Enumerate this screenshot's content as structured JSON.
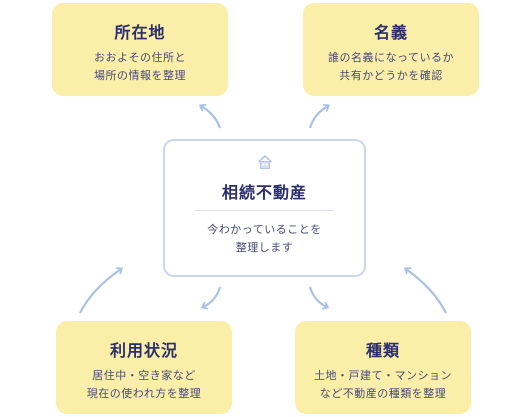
{
  "center": {
    "title": "相続不動産",
    "desc_line1": "今わかっていることを",
    "desc_line2": "整理します",
    "icon": "house-icon"
  },
  "cards": {
    "location": {
      "title": "所在地",
      "line1": "おおよその住所と",
      "line2": "場所の情報を整理"
    },
    "ownership": {
      "title": "名義",
      "line1": "誰の名義になっているか",
      "line2": "共有かどうかを確認"
    },
    "usage": {
      "title": "利用状況",
      "line1": "居住中・空き家など",
      "line2": "現在の使われ方を整理"
    },
    "type": {
      "title": "種類",
      "line1": "土地・戸建て・マンション",
      "line2": "など不動産の種類を整理"
    }
  },
  "colors": {
    "card_fill": "#fbeea9",
    "center_border": "#c9d6ee",
    "arrow": "#a9c1e6",
    "text": "#2b2f6d"
  }
}
